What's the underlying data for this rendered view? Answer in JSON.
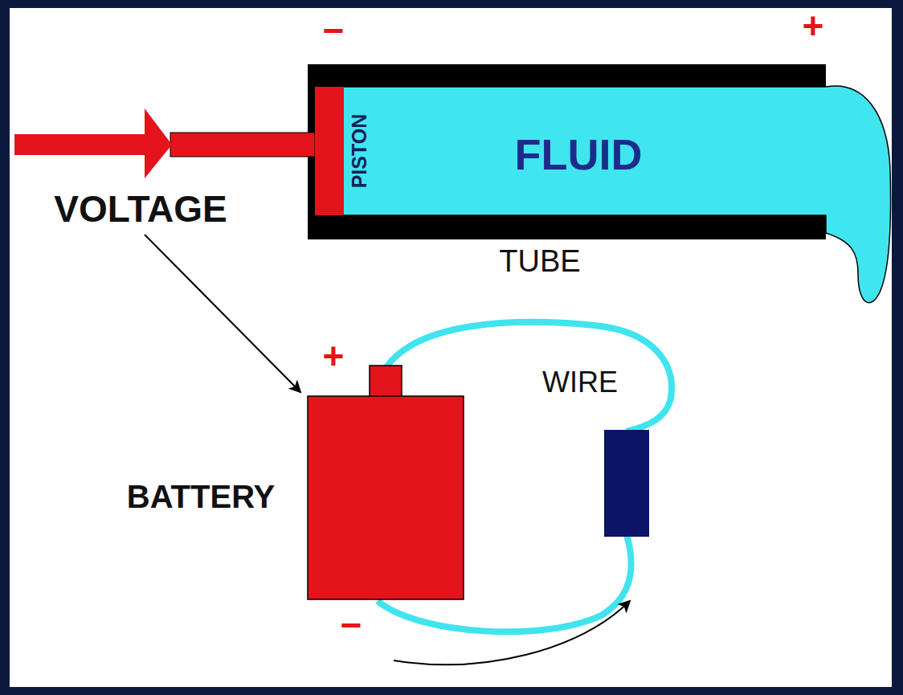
{
  "diagram": {
    "nodes": [
      {
        "text": [
          "PISTON"
        ]
      },
      {
        "text": [
          "FLUID"
        ]
      }
    ],
    "labels": [
      "−",
      "+",
      "VOLTAGE",
      "TUBE",
      "+",
      "WIRE",
      "BATTERY",
      "−"
    ]
  }
}
